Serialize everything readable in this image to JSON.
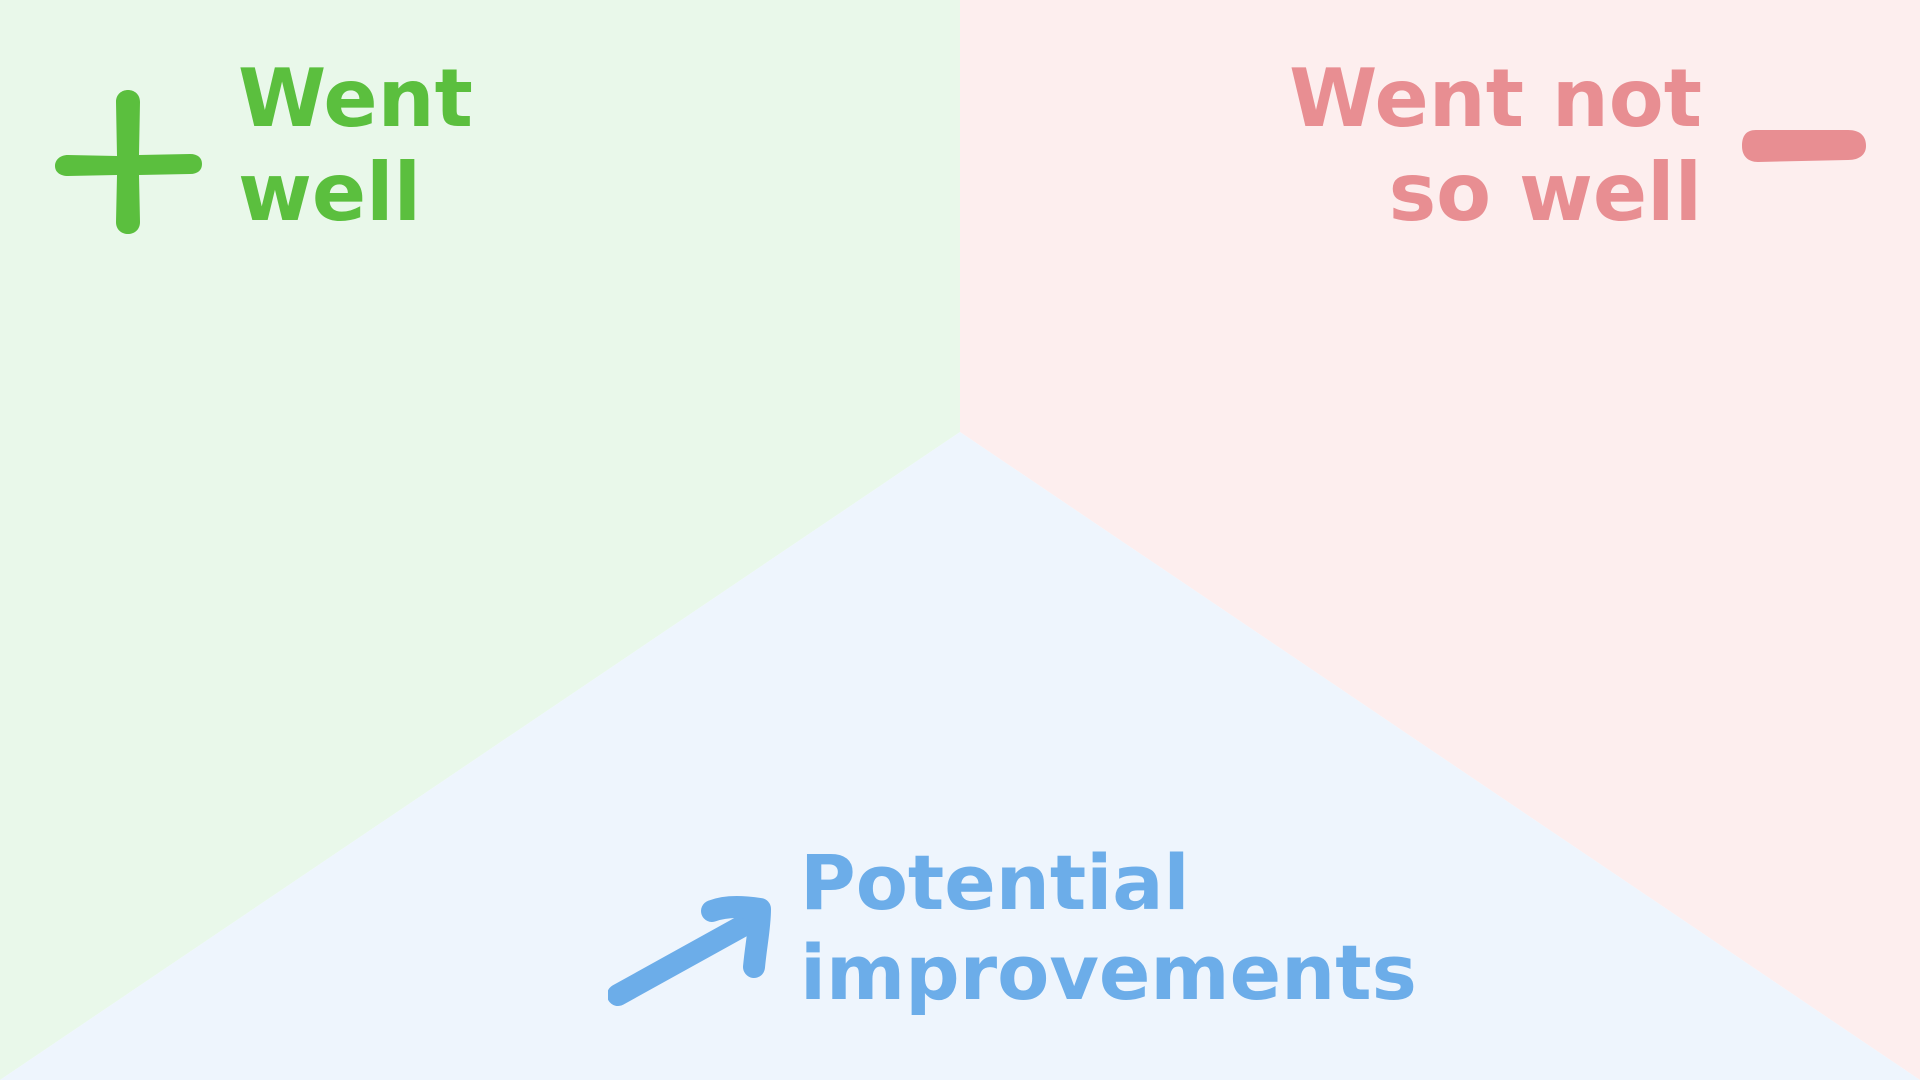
{
  "board": {
    "colors": {
      "went_well_bg": "#E9F8EA",
      "went_not_bg": "#FDEEEE",
      "improvements_bg": "#EEF5FD",
      "went_well_accent": "#5BBF3E",
      "went_not_accent": "#E88E92",
      "improvements_accent": "#6CADE9"
    },
    "went_well": {
      "icon": "plus-icon",
      "line1": "Went",
      "line2": "well"
    },
    "went_not_so_well": {
      "icon": "minus-icon",
      "line1": "Went not",
      "line2": "so well"
    },
    "potential_improvements": {
      "icon": "arrow-up-right-icon",
      "line1": "Potential",
      "line2": "improvements"
    }
  }
}
